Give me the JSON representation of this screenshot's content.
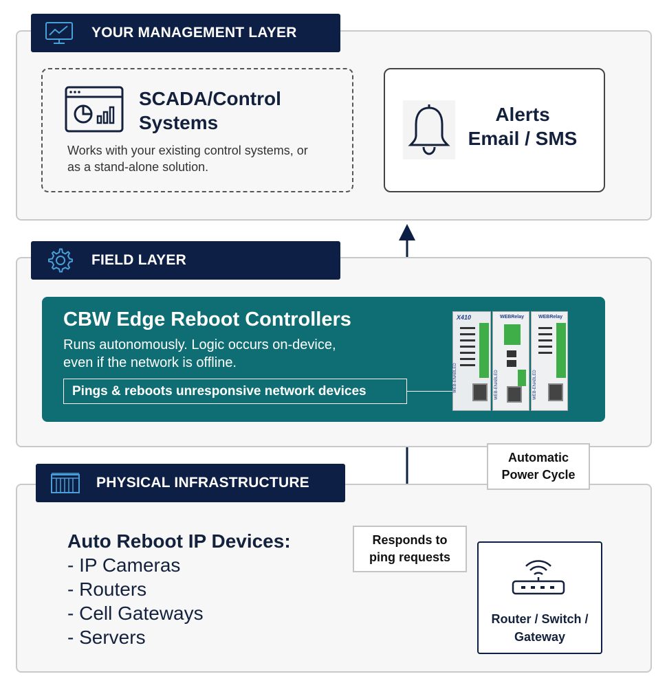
{
  "management": {
    "tab_label": "YOUR MANAGEMENT LAYER",
    "scada_title_1": "SCADA/Control",
    "scada_title_2": "Systems",
    "scada_desc_1": "Works with your existing control systems, or",
    "scada_desc_2": "as a stand-alone solution.",
    "alerts_title_1": "Alerts",
    "alerts_title_2": "Email / SMS"
  },
  "field": {
    "tab_label": "FIELD LAYER",
    "controller_title": "CBW Edge Reboot Controllers",
    "controller_desc_1": "Runs autonomously. Logic occurs on-device,",
    "controller_desc_2": "even if the network is offline.",
    "pings_label": "Pings & reboots unresponsive network devices",
    "device_labels": [
      "X410",
      "WEBRelay",
      "WEBRelay"
    ],
    "side_text": "WEB-ENABLED"
  },
  "physical": {
    "tab_label": "PHYSICAL INFRASTRUCTURE",
    "devices_title": "Auto Reboot IP Devices:",
    "devices": [
      "- IP Cameras",
      "- Routers",
      "- Cell Gateways",
      "- Servers"
    ],
    "router_label_1": "Router / Switch /",
    "router_label_2": "Gateway"
  },
  "flows": {
    "power_cycle_1": "Automatic",
    "power_cycle_2": "Power Cycle",
    "responds_1": "Responds to",
    "responds_2": "ping requests"
  },
  "colors": {
    "navy": "#0d1f44",
    "teal": "#0f6e73",
    "layer_bg": "#f7f7f7",
    "layer_border": "#c9c9c9"
  }
}
